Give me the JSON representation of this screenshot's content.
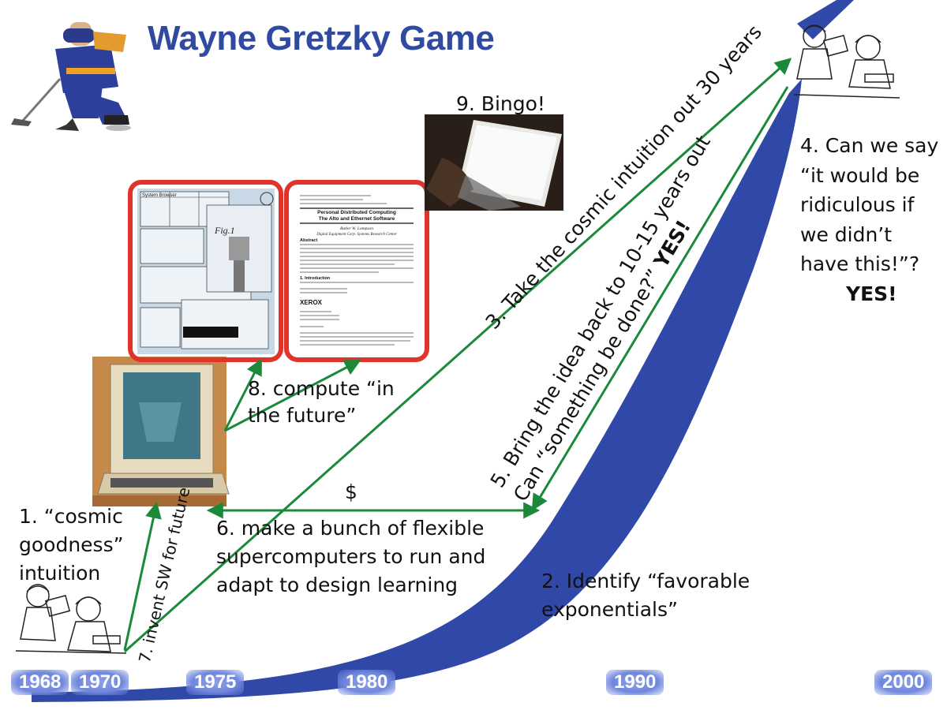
{
  "title": "Wayne Gretzky Game",
  "years": [
    "1968",
    "1970",
    "1975",
    "1980",
    "1990",
    "2000"
  ],
  "steps": {
    "s1": [
      "1. “cosmic",
      "goodness”",
      "intuition"
    ],
    "s2": [
      "2. Identify “favorable",
      "exponentials”"
    ],
    "s3": "3. Take the cosmic intuition out 30 years",
    "s4": [
      "4. Can we say",
      "“it would be",
      "ridiculous if",
      "we didn’t",
      "have this!”?"
    ],
    "s4_answer": "YES!",
    "s5_line1": "5. Bring the idea back to 10-15 years out",
    "s5_line2": "Can “something be done?”",
    "s5_answer": "YES!",
    "s6": [
      "6. make a bunch of flexible",
      "supercomputers to run and",
      "adapt to design learning"
    ],
    "s6_money": "$",
    "s7": "7. invent SW for future",
    "s8": [
      "8. compute “in",
      "the future”"
    ],
    "s9": "9. Bingo!"
  },
  "paper": {
    "title_1": "Personal Distributed Computing",
    "title_2": "The Alto and Ethernet Software",
    "author": "Butler W. Lampson",
    "affil": "Digital Equipment Corp. Systems Research Center",
    "section": "Abstract",
    "intro": "1. Introduction",
    "logo": "XEROX"
  },
  "smalltalk": {
    "browser": "System Browser",
    "fig": "Fig.1"
  },
  "colors": {
    "title": "#2f4aa0",
    "curve": "#3048a8",
    "arrow": "#1a8a3a",
    "frame": "#e0332a"
  }
}
